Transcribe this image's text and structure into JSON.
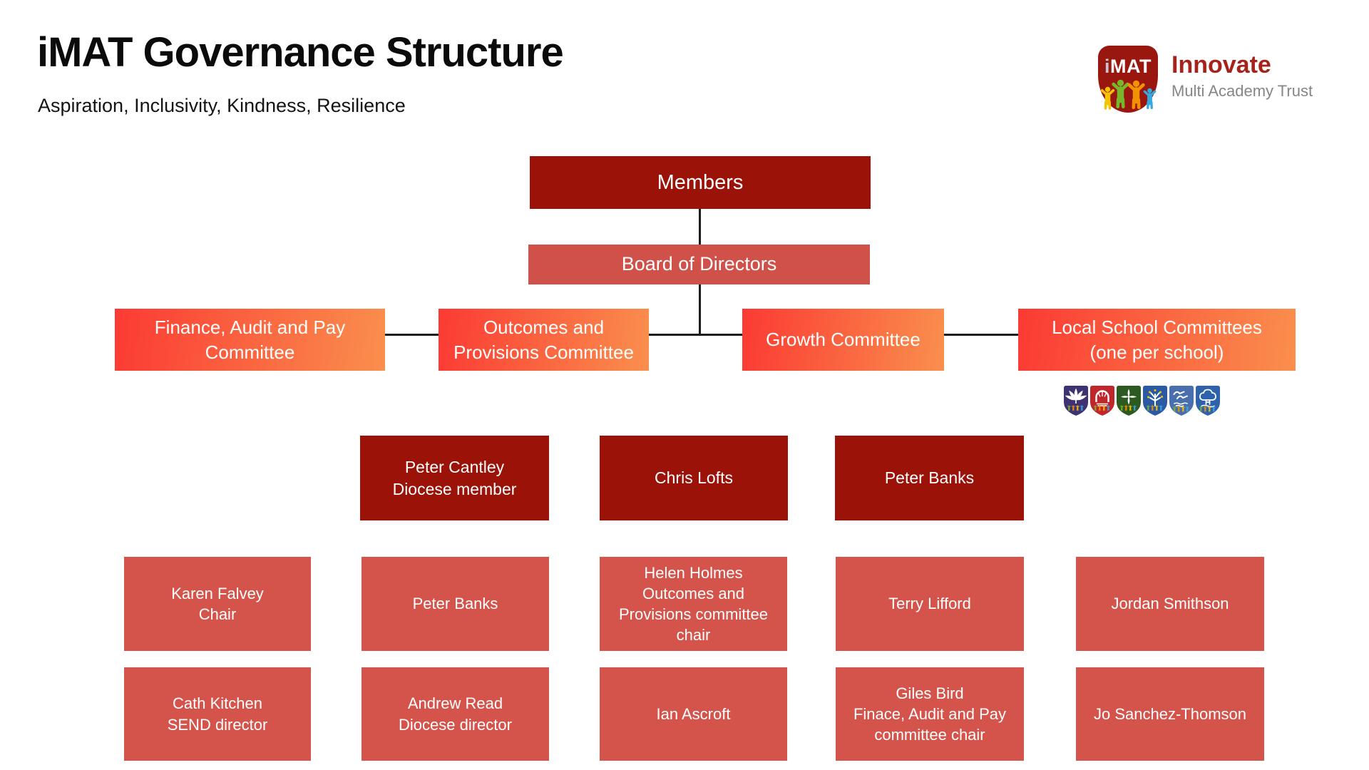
{
  "header": {
    "title": "iMAT Governance Structure",
    "subtitle": "Aspiration, Inclusivity, Kindness, Resilience"
  },
  "logo": {
    "shield_i": "i",
    "shield_mat": "MAT",
    "shield_color": "#9a1710",
    "brand_name": "Innovate",
    "brand_name_color": "#a6231c",
    "brand_subtitle": "Multi Academy Trust",
    "brand_subtitle_color": "#868686",
    "people_colors": [
      "#f5c400",
      "#76b82a",
      "#f39200",
      "#36a9e1"
    ]
  },
  "palette": {
    "dark_red_box": "#9b1209",
    "board_box": "#d0514a",
    "person_box": "#d4544c",
    "committee_gradient_start": "#fb3a33",
    "committee_gradient_end": "#fa8f4d",
    "connector_line": "#1c1c1c"
  },
  "org": {
    "members": {
      "label": "Members"
    },
    "board": {
      "label": "Board of Directors"
    },
    "committees": [
      {
        "label": "Finance, Audit and Pay\nCommittee"
      },
      {
        "label": "Outcomes and\nProvisions Committee"
      },
      {
        "label": "Growth Committee"
      },
      {
        "label": "Local School Committees\n(one per school)"
      }
    ],
    "crests": [
      {
        "name": "chestnut-leaf",
        "color": "#3f3273"
      },
      {
        "name": "railway-tunnel",
        "color": "#c0272d"
      },
      {
        "name": "leaf-cluster",
        "color": "#2d5a21"
      },
      {
        "name": "orchard-tree",
        "color": "#2b5aa5"
      },
      {
        "name": "flying-geese",
        "color": "#4a6fae"
      },
      {
        "name": "oak-tree",
        "color": "#2e62ac"
      }
    ],
    "directors": [
      {
        "label": "Peter Cantley\nDiocese member"
      },
      {
        "label": "Chris Lofts"
      },
      {
        "label": "Peter Banks"
      }
    ],
    "row1": [
      {
        "label": "Karen Falvey\nChair"
      },
      {
        "label": "Peter Banks"
      },
      {
        "label": "Helen Holmes\nOutcomes and\nProvisions committee\nchair"
      },
      {
        "label": "Terry Lifford"
      },
      {
        "label": "Jordan Smithson"
      }
    ],
    "row2": [
      {
        "label": "Cath Kitchen\nSEND director"
      },
      {
        "label": "Andrew Read\nDiocese director"
      },
      {
        "label": "Ian Ascroft"
      },
      {
        "label": "Giles Bird\nFinace, Audit and Pay\ncommittee chair"
      },
      {
        "label": "Jo Sanchez-Thomson"
      }
    ]
  }
}
